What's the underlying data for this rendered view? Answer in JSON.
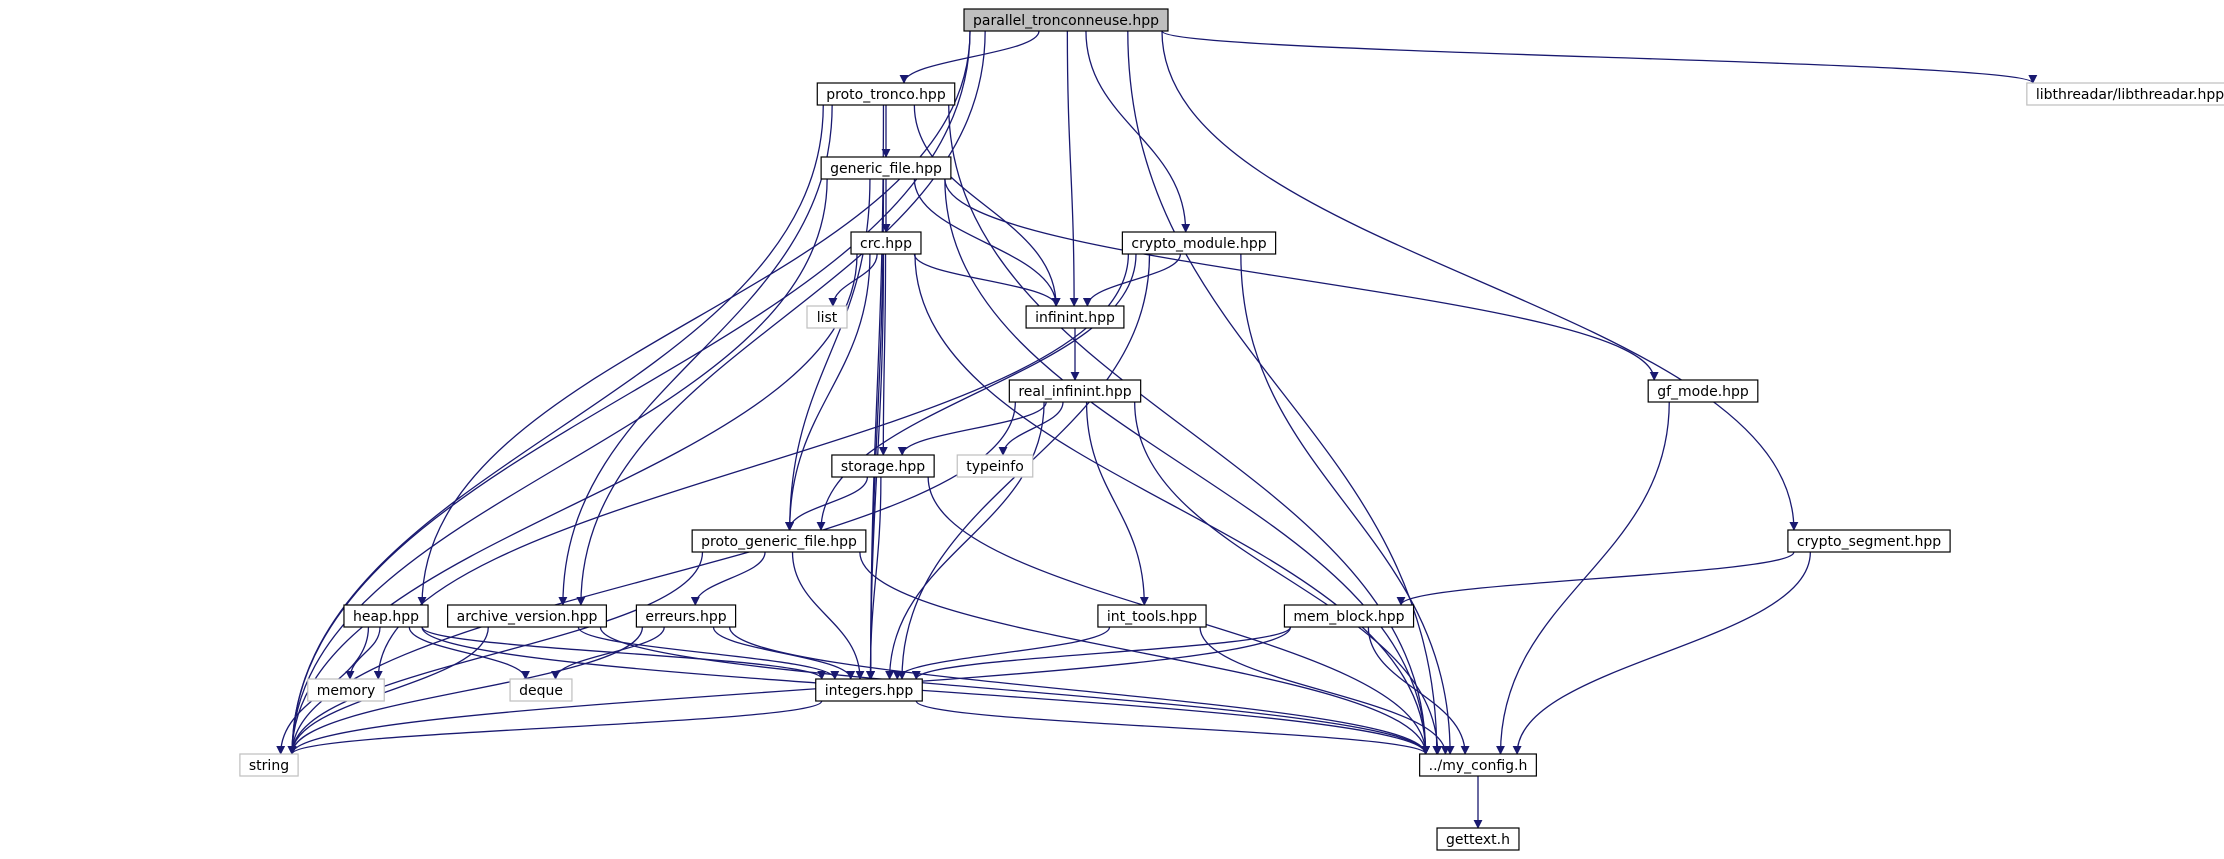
{
  "diagram": {
    "edge_color": "#191970",
    "nodes": [
      {
        "id": "parallel_tronconneuse",
        "label": "parallel_tronconneuse.hpp",
        "style": "root",
        "fill": "#bfbfbf",
        "stroke": "#000000"
      },
      {
        "id": "proto_tronco",
        "label": "proto_tronco.hpp",
        "style": "normal",
        "fill": "#ffffff",
        "stroke": "#000000"
      },
      {
        "id": "libthreadar",
        "label": "libthreadar/libthreadar.hpp",
        "style": "external",
        "fill": "#ffffff",
        "stroke": "#bfbfbf"
      },
      {
        "id": "generic_file",
        "label": "generic_file.hpp",
        "style": "normal",
        "fill": "#ffffff",
        "stroke": "#000000"
      },
      {
        "id": "crc",
        "label": "crc.hpp",
        "style": "normal",
        "fill": "#ffffff",
        "stroke": "#000000"
      },
      {
        "id": "crypto_module",
        "label": "crypto_module.hpp",
        "style": "normal",
        "fill": "#ffffff",
        "stroke": "#000000"
      },
      {
        "id": "list",
        "label": "list",
        "style": "external",
        "fill": "#ffffff",
        "stroke": "#bfbfbf"
      },
      {
        "id": "infinint",
        "label": "infinint.hpp",
        "style": "normal",
        "fill": "#ffffff",
        "stroke": "#000000"
      },
      {
        "id": "real_infinint",
        "label": "real_infinint.hpp",
        "style": "normal",
        "fill": "#ffffff",
        "stroke": "#000000"
      },
      {
        "id": "gf_mode",
        "label": "gf_mode.hpp",
        "style": "normal",
        "fill": "#ffffff",
        "stroke": "#000000"
      },
      {
        "id": "storage",
        "label": "storage.hpp",
        "style": "normal",
        "fill": "#ffffff",
        "stroke": "#000000"
      },
      {
        "id": "typeinfo",
        "label": "typeinfo",
        "style": "external",
        "fill": "#ffffff",
        "stroke": "#bfbfbf"
      },
      {
        "id": "proto_generic_file",
        "label": "proto_generic_file.hpp",
        "style": "normal",
        "fill": "#ffffff",
        "stroke": "#000000"
      },
      {
        "id": "crypto_segment",
        "label": "crypto_segment.hpp",
        "style": "normal",
        "fill": "#ffffff",
        "stroke": "#000000"
      },
      {
        "id": "heap",
        "label": "heap.hpp",
        "style": "normal",
        "fill": "#ffffff",
        "stroke": "#000000"
      },
      {
        "id": "archive_version",
        "label": "archive_version.hpp",
        "style": "normal",
        "fill": "#ffffff",
        "stroke": "#000000"
      },
      {
        "id": "erreurs",
        "label": "erreurs.hpp",
        "style": "normal",
        "fill": "#ffffff",
        "stroke": "#000000"
      },
      {
        "id": "int_tools",
        "label": "int_tools.hpp",
        "style": "normal",
        "fill": "#ffffff",
        "stroke": "#000000"
      },
      {
        "id": "mem_block",
        "label": "mem_block.hpp",
        "style": "normal",
        "fill": "#ffffff",
        "stroke": "#000000"
      },
      {
        "id": "memory",
        "label": "memory",
        "style": "external",
        "fill": "#ffffff",
        "stroke": "#bfbfbf"
      },
      {
        "id": "deque",
        "label": "deque",
        "style": "external",
        "fill": "#ffffff",
        "stroke": "#bfbfbf"
      },
      {
        "id": "integers",
        "label": "integers.hpp",
        "style": "normal",
        "fill": "#ffffff",
        "stroke": "#000000"
      },
      {
        "id": "string",
        "label": "string",
        "style": "external",
        "fill": "#ffffff",
        "stroke": "#bfbfbf"
      },
      {
        "id": "my_config",
        "label": "../my_config.h",
        "style": "normal",
        "fill": "#ffffff",
        "stroke": "#000000"
      },
      {
        "id": "gettext",
        "label": "gettext.h",
        "style": "normal",
        "fill": "#ffffff",
        "stroke": "#000000"
      }
    ],
    "edges": [
      {
        "from": "parallel_tronconneuse",
        "to": "proto_tronco"
      },
      {
        "from": "parallel_tronconneuse",
        "to": "libthreadar"
      },
      {
        "from": "parallel_tronconneuse",
        "to": "infinint"
      },
      {
        "from": "parallel_tronconneuse",
        "to": "crypto_module"
      },
      {
        "from": "parallel_tronconneuse",
        "to": "crypto_segment"
      },
      {
        "from": "parallel_tronconneuse",
        "to": "heap"
      },
      {
        "from": "parallel_tronconneuse",
        "to": "archive_version"
      },
      {
        "from": "parallel_tronconneuse",
        "to": "string"
      },
      {
        "from": "parallel_tronconneuse",
        "to": "my_config"
      },
      {
        "from": "proto_tronco",
        "to": "generic_file"
      },
      {
        "from": "proto_tronco",
        "to": "infinint"
      },
      {
        "from": "proto_tronco",
        "to": "integers"
      },
      {
        "from": "proto_tronco",
        "to": "archive_version"
      },
      {
        "from": "proto_tronco",
        "to": "string"
      },
      {
        "from": "proto_tronco",
        "to": "my_config"
      },
      {
        "from": "generic_file",
        "to": "crc"
      },
      {
        "from": "generic_file",
        "to": "infinint"
      },
      {
        "from": "generic_file",
        "to": "proto_generic_file"
      },
      {
        "from": "generic_file",
        "to": "gf_mode"
      },
      {
        "from": "generic_file",
        "to": "integers"
      },
      {
        "from": "generic_file",
        "to": "string"
      },
      {
        "from": "generic_file",
        "to": "my_config"
      },
      {
        "from": "crc",
        "to": "list"
      },
      {
        "from": "crc",
        "to": "infinint"
      },
      {
        "from": "crc",
        "to": "storage"
      },
      {
        "from": "crc",
        "to": "proto_generic_file"
      },
      {
        "from": "crc",
        "to": "integers"
      },
      {
        "from": "crc",
        "to": "string"
      },
      {
        "from": "crc",
        "to": "my_config"
      },
      {
        "from": "crypto_module",
        "to": "infinint"
      },
      {
        "from": "crypto_module",
        "to": "proto_generic_file"
      },
      {
        "from": "crypto_module",
        "to": "integers"
      },
      {
        "from": "crypto_module",
        "to": "memory"
      },
      {
        "from": "crypto_module",
        "to": "my_config"
      },
      {
        "from": "infinint",
        "to": "real_infinint"
      },
      {
        "from": "real_infinint",
        "to": "storage"
      },
      {
        "from": "real_infinint",
        "to": "typeinfo"
      },
      {
        "from": "real_infinint",
        "to": "int_tools"
      },
      {
        "from": "real_infinint",
        "to": "integers"
      },
      {
        "from": "real_infinint",
        "to": "string"
      },
      {
        "from": "real_infinint",
        "to": "my_config"
      },
      {
        "from": "gf_mode",
        "to": "my_config"
      },
      {
        "from": "storage",
        "to": "proto_generic_file"
      },
      {
        "from": "storage",
        "to": "integers"
      },
      {
        "from": "storage",
        "to": "my_config"
      },
      {
        "from": "proto_generic_file",
        "to": "erreurs"
      },
      {
        "from": "proto_generic_file",
        "to": "integers"
      },
      {
        "from": "proto_generic_file",
        "to": "string"
      },
      {
        "from": "proto_generic_file",
        "to": "my_config"
      },
      {
        "from": "crypto_segment",
        "to": "mem_block"
      },
      {
        "from": "crypto_segment",
        "to": "my_config"
      },
      {
        "from": "heap",
        "to": "memory"
      },
      {
        "from": "heap",
        "to": "deque"
      },
      {
        "from": "heap",
        "to": "integers"
      },
      {
        "from": "heap",
        "to": "string"
      },
      {
        "from": "heap",
        "to": "my_config"
      },
      {
        "from": "archive_version",
        "to": "integers"
      },
      {
        "from": "archive_version",
        "to": "string"
      },
      {
        "from": "archive_version",
        "to": "my_config"
      },
      {
        "from": "erreurs",
        "to": "deque"
      },
      {
        "from": "erreurs",
        "to": "integers"
      },
      {
        "from": "erreurs",
        "to": "string"
      },
      {
        "from": "erreurs",
        "to": "my_config"
      },
      {
        "from": "int_tools",
        "to": "integers"
      },
      {
        "from": "int_tools",
        "to": "my_config"
      },
      {
        "from": "mem_block",
        "to": "integers"
      },
      {
        "from": "mem_block",
        "to": "string"
      },
      {
        "from": "mem_block",
        "to": "my_config"
      },
      {
        "from": "integers",
        "to": "string"
      },
      {
        "from": "integers",
        "to": "my_config"
      },
      {
        "from": "my_config",
        "to": "gettext"
      }
    ]
  }
}
